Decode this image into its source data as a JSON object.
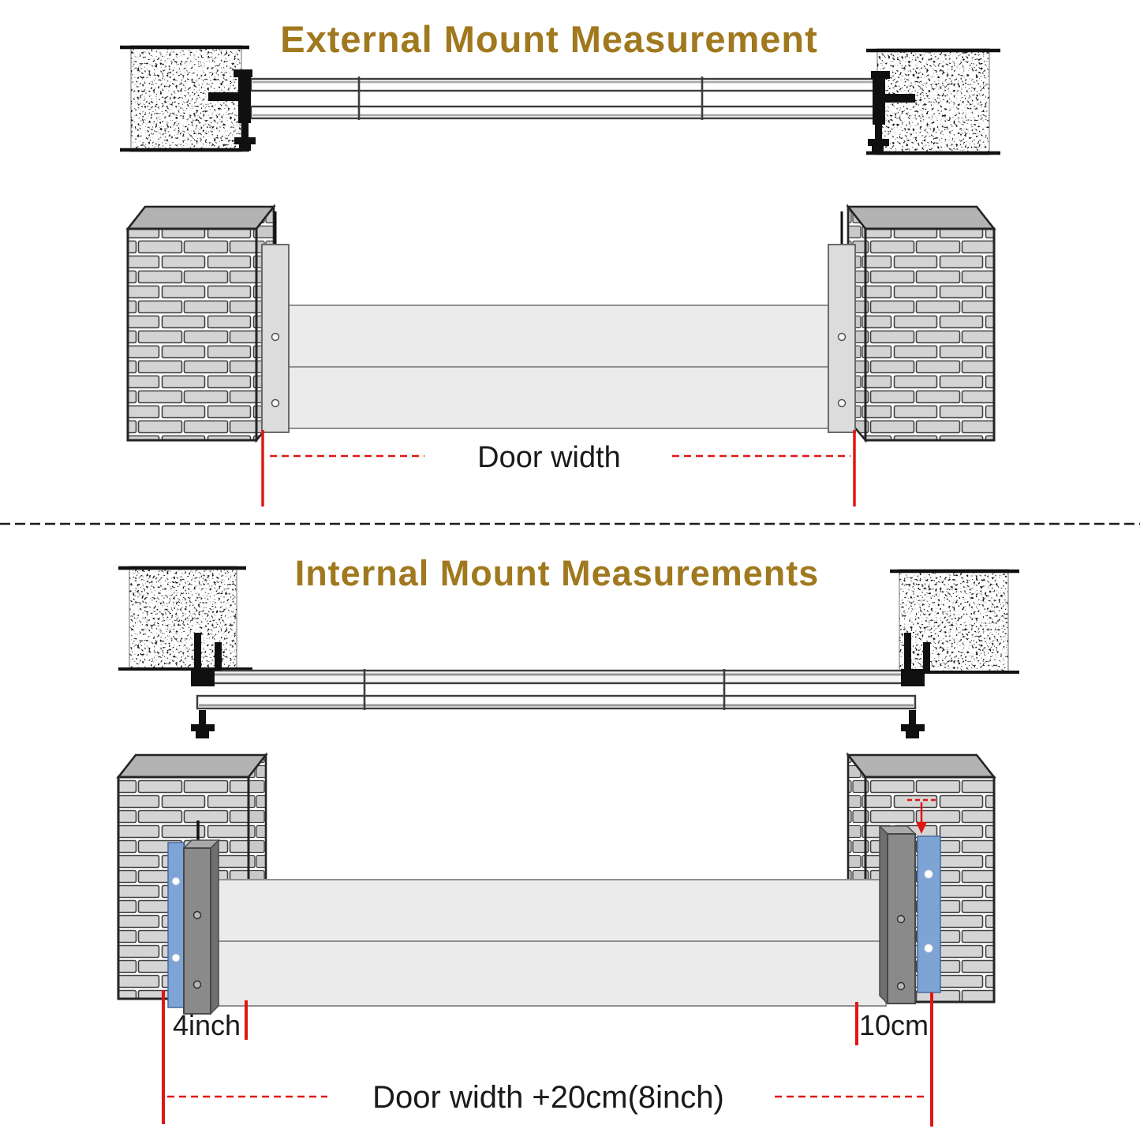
{
  "colors": {
    "title_gold": "#A0781E",
    "measure_red": "#DE1814",
    "text_dark": "#1A1A1A",
    "brick_fill": "#D4D4D4",
    "panel_fill": "#EBEBEB",
    "channel_gray_external": "#DCDCDC",
    "channel_gray_internal": "#8A8A8A",
    "channel_blue": "#7EA4D6"
  },
  "external_section": {
    "title": "External Mount Measurement",
    "labels": {
      "door_width": "Door width"
    }
  },
  "internal_section": {
    "title": "Internal Mount Measurements",
    "labels": {
      "left_offset": "4inch",
      "right_offset": "10cm",
      "total_width": "Door width +20cm(8inch)"
    }
  }
}
